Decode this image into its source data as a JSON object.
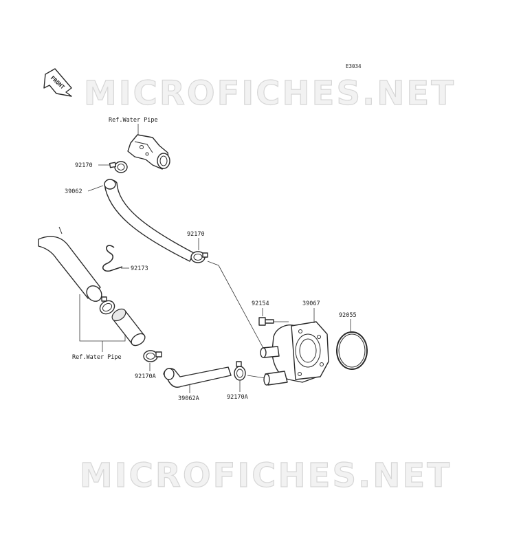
{
  "diagram_code": "E3034",
  "front_label": "FRONT",
  "watermark": "MICROFICHES.NET",
  "labels": {
    "ref_water_pipe_top": "Ref.Water Pipe",
    "ref_water_pipe_bottom": "Ref.Water Pipe",
    "p92170_top": "92170",
    "p39062": "39062",
    "p92170_mid": "92170",
    "p92173": "92173",
    "p92154": "92154",
    "p39067": "39067",
    "p92055": "92055",
    "p92170a_left": "92170A",
    "p39062a": "39062A",
    "p92170a_right": "92170A"
  }
}
